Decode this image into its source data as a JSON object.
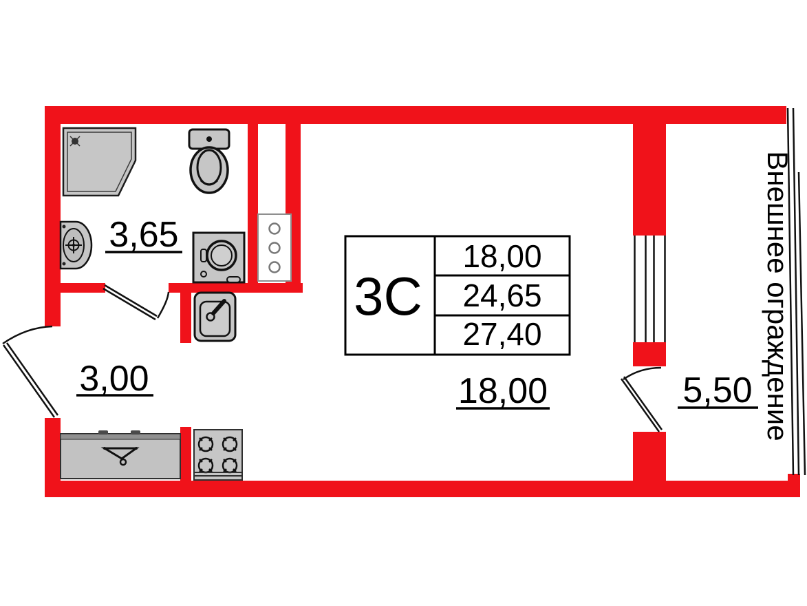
{
  "floor_plan": {
    "unit_card": {
      "unit_type": "3С",
      "area_rows": [
        "18,00",
        "24,65",
        "27,40"
      ]
    },
    "room_areas": {
      "bathroom": "3,65",
      "hallway": "3,00",
      "living_room": "18,00",
      "balcony": "5,50"
    },
    "annotations": {
      "fence_label": "Внешнее ограждение"
    },
    "colors": {
      "wall_red": "#F0121A",
      "fixture_gray": "#C6C6C6",
      "line_black": "#111111"
    }
  }
}
